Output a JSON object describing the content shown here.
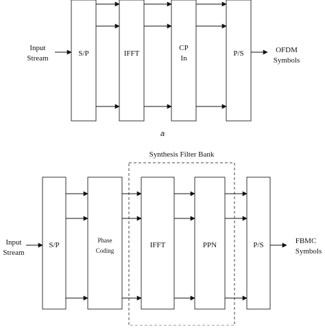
{
  "diagram_a": {
    "input_line1": "Input",
    "input_line2": "Stream",
    "blocks": {
      "sp": "S/P",
      "ifft": "IFFT",
      "cp_line1": "CP",
      "cp_line2": "In",
      "ps": "P/S"
    },
    "output_line1": "OFDM",
    "output_line2": "Symbols",
    "caption": "a"
  },
  "diagram_b": {
    "group_label": "Synthesis Filter Bank",
    "input_line1": "Input",
    "input_line2": "Stream",
    "blocks": {
      "sp": "S/P",
      "phase_line1": "Phase",
      "phase_line2": "Coding",
      "ifft": "IFFT",
      "ppn": "PPN",
      "ps": "P/S"
    },
    "output_line1": "FBMC",
    "output_line2": "Symbols"
  }
}
